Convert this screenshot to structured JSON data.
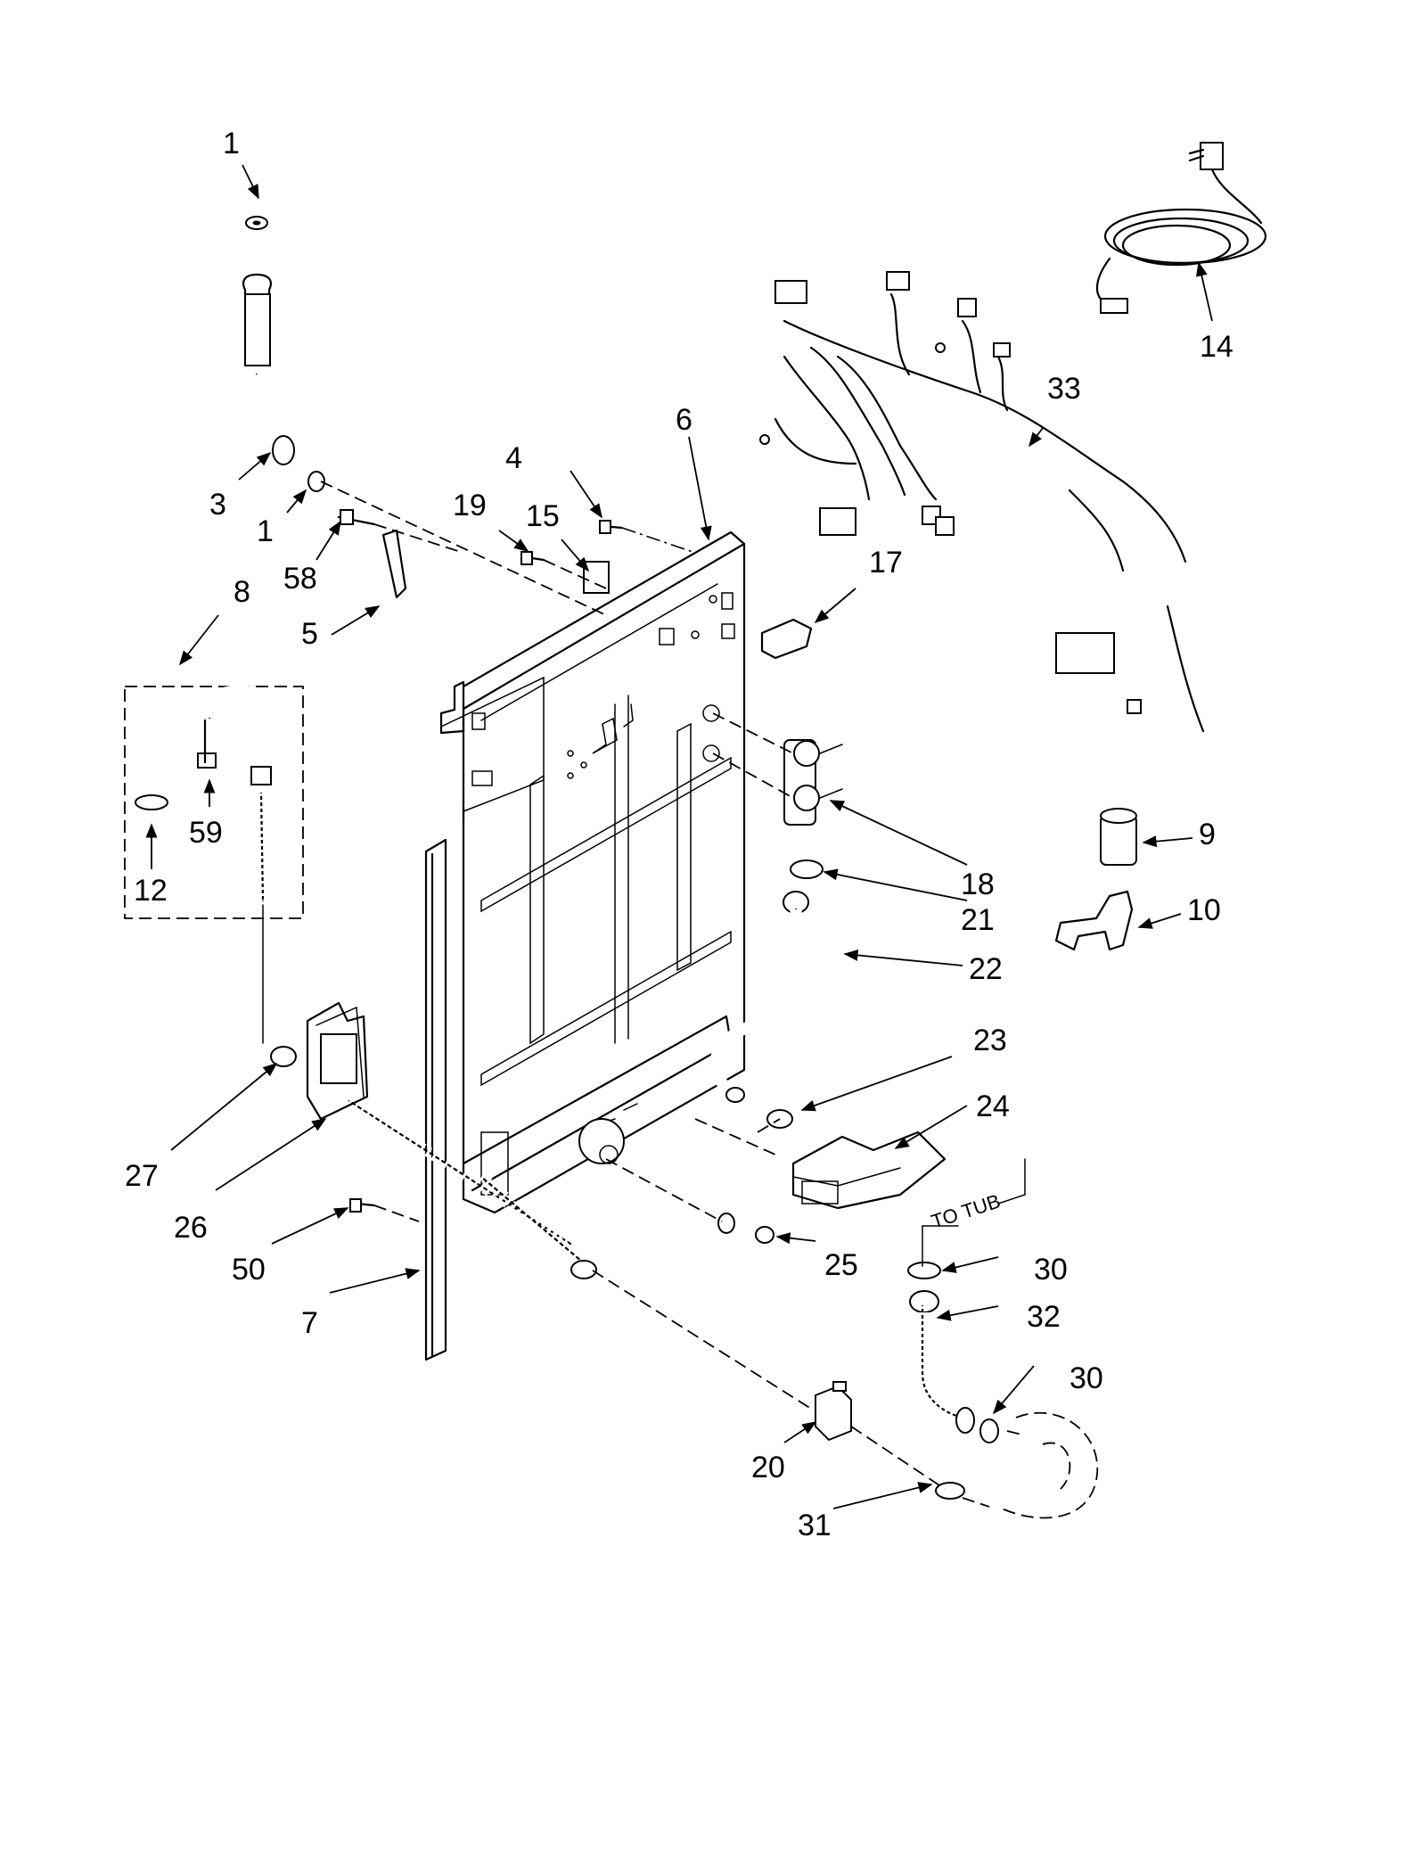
{
  "callouts": {
    "c1a": "1",
    "c1b": "1",
    "c3": "3",
    "c4": "4",
    "c5": "5",
    "c6": "6",
    "c7": "7",
    "c8": "8",
    "c9": "9",
    "c10": "10",
    "c12": "12",
    "c14": "14",
    "c15": "15",
    "c17": "17",
    "c18": "18",
    "c19": "19",
    "c20": "20",
    "c21": "21",
    "c22": "22",
    "c23": "23",
    "c24": "24",
    "c25": "25",
    "c26": "26",
    "c27": "27",
    "c30a": "30",
    "c30b": "30",
    "c31": "31",
    "c32": "32",
    "c33": "33",
    "c50": "50",
    "c58": "58",
    "c59": "59"
  },
  "notes": {
    "to_tub": "TO TUB"
  }
}
